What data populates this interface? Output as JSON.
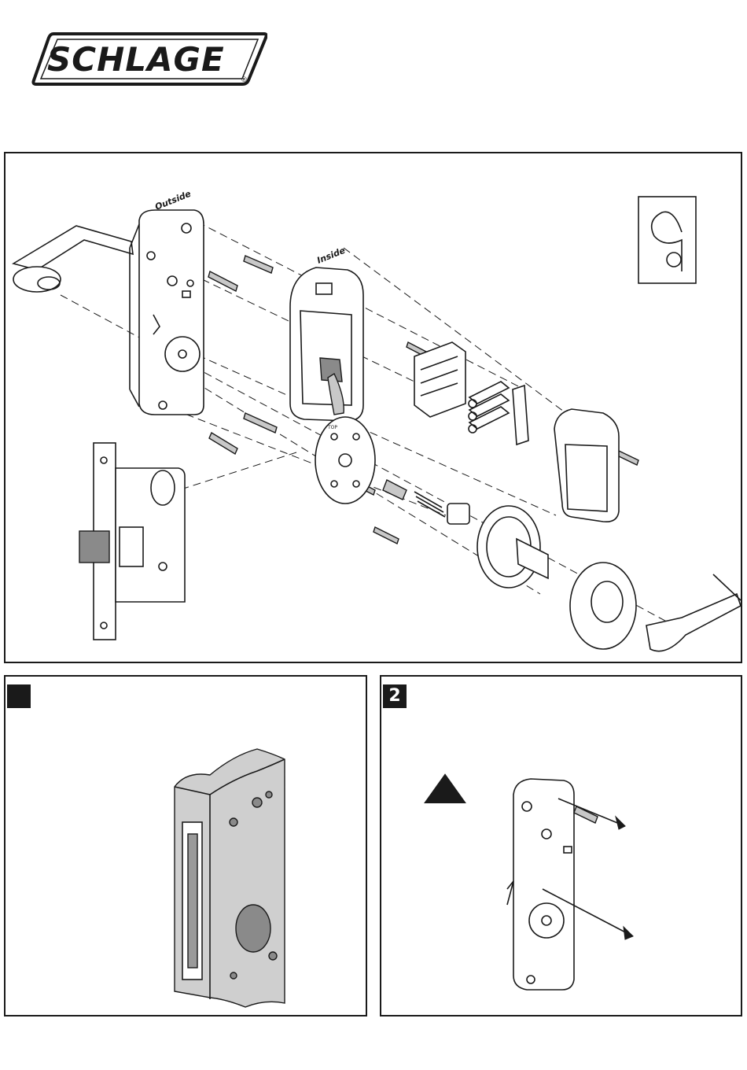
{
  "brand": {
    "name": "SCHLAGE",
    "registered": "®"
  },
  "exploded_view": {
    "outside_label": "Outside",
    "inside_label": "Inside",
    "plate_marking": "TOP"
  },
  "steps": [
    {
      "number": ""
    },
    {
      "number": "2"
    }
  ]
}
